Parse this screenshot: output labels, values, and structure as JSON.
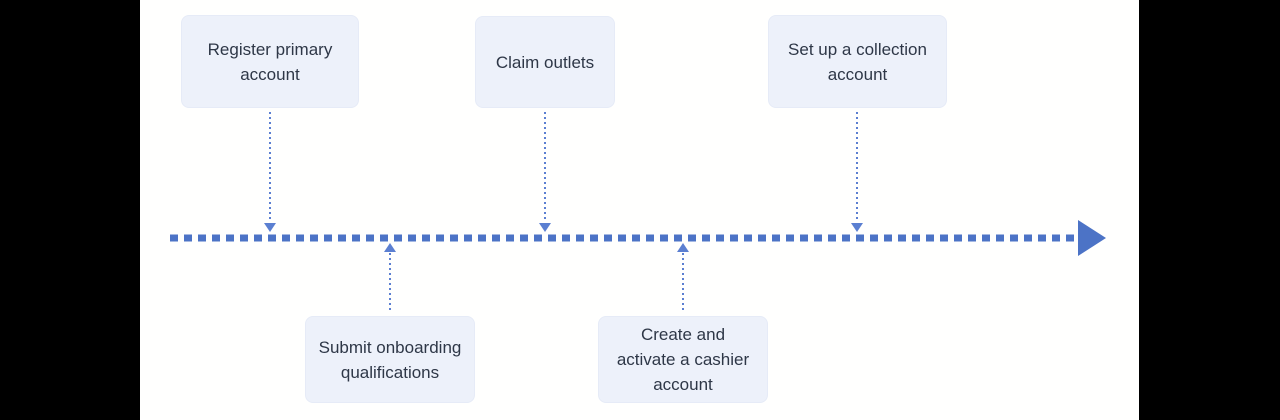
{
  "diagram": {
    "type": "timeline",
    "direction": "left-to-right",
    "colors": {
      "axis_line": "#4c73c6",
      "connector_line": "#5b7fd1",
      "node_fill": "#edf1fa",
      "node_text": "#2e3747",
      "background": "#fffffe",
      "letterbox": "#000000"
    },
    "nodes": [
      {
        "id": "register-primary-account",
        "label": "Register primary account",
        "side": "above",
        "order": 1
      },
      {
        "id": "submit-onboarding-qualifications",
        "label": "Submit onboarding qualifications",
        "side": "below",
        "order": 2
      },
      {
        "id": "claim-outlets",
        "label": "Claim outlets",
        "side": "above",
        "order": 3
      },
      {
        "id": "create-and-activate-a-cashier-account",
        "label": "Create and activate a cashier account",
        "side": "below",
        "order": 4
      },
      {
        "id": "set-up-a-collection-account",
        "label": "Set up a collection account",
        "side": "above",
        "order": 5
      }
    ]
  }
}
